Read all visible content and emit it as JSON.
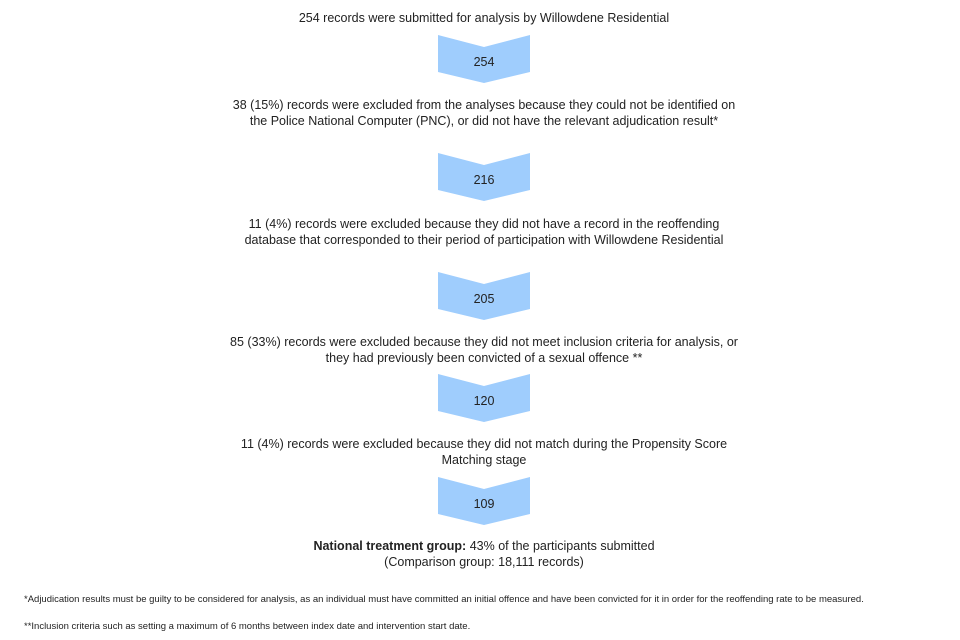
{
  "steps": [
    {
      "text": "254 records were submitted for analysis by Willowdene Residential",
      "count": "254"
    },
    {
      "text": "38 (15%) records were excluded from the analyses because they could not be identified on the Police National Computer (PNC), or did not have the relevant adjudication result*",
      "count": "216"
    },
    {
      "text": "11 (4%) records were excluded because they did not have a record in the reoffending database that corresponded to their period of participation with Willowdene Residential",
      "count": "205"
    },
    {
      "text": "85 (33%) records were excluded because they did not meet inclusion criteria for analysis, or they had previously been convicted of a sexual offence **",
      "count": "120"
    },
    {
      "text": "11 (4%) records were excluded because they did not match during the Propensity Score Matching stage",
      "count": "109"
    }
  ],
  "result": {
    "label": "National treatment group:",
    "value": " 43% of the participants submitted",
    "comparison": "(Comparison group: 18,111 records)"
  },
  "footnotes": [
    "*Adjudication results must be guilty to be considered for analysis, as an individual must have committed an initial offence and have been convicted for it in order for the reoffending rate to be measured.",
    "**Inclusion criteria such as setting a maximum of 6 months between index date and intervention start date."
  ],
  "colors": {
    "arrow": "#9fcdfd"
  }
}
